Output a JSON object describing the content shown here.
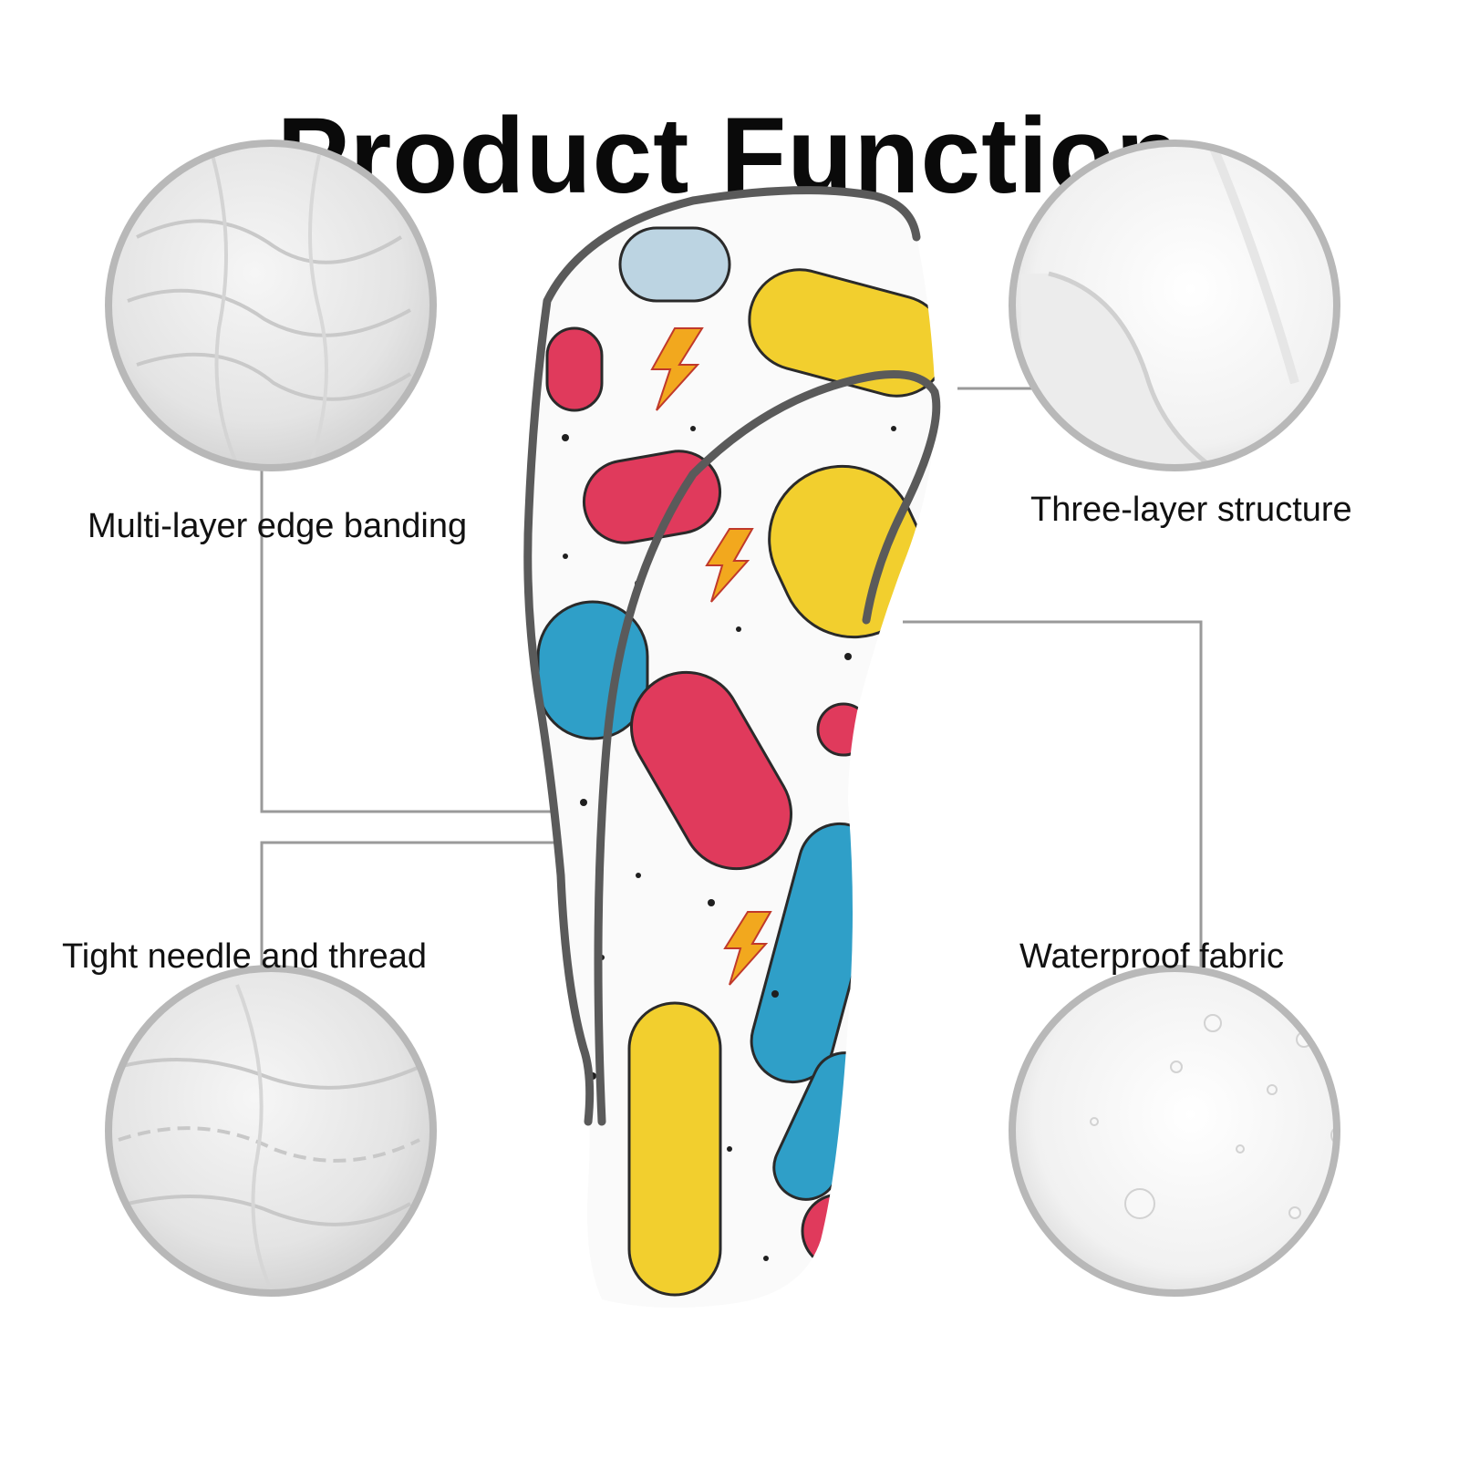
{
  "title": "Product Function",
  "callouts": {
    "edge_banding": "Multi-layer edge banding",
    "three_layer": "Three-layer structure",
    "needle_thread": "Tight needle and thread",
    "waterproof": "Waterproof fabric"
  },
  "colors": {
    "leader_line": "#9a9a9a",
    "circle_border": "#b8b8b8",
    "piping": "#5a5a5a",
    "skateboard_yellow": "#f2cf2e",
    "skateboard_red": "#e03a5c",
    "skateboard_blue": "#2f9fc8"
  }
}
